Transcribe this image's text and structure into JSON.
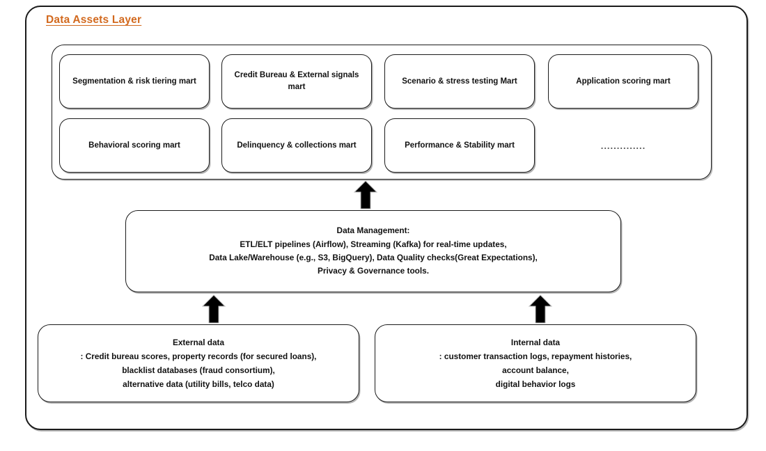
{
  "figure": {
    "title": "Data Assets Layer",
    "title_color": "#D2691E",
    "border_color": "#1a1a1a",
    "background": "#ffffff"
  },
  "marts": {
    "row1": [
      {
        "name": "segmentation-risk-tiering-mart",
        "label": "Segmentation & risk tiering mart"
      },
      {
        "name": "credit-bureau-external-signals-mart",
        "label": "Credit Bureau & External signals mart"
      },
      {
        "name": "scenario-stress-testing-mart",
        "label": "Scenario & stress testing Mart"
      },
      {
        "name": "application-scoring-mart",
        "label": "Application scoring mart"
      }
    ],
    "row2": [
      {
        "name": "behavioral-scoring-mart",
        "label": "Behavioral scoring mart"
      },
      {
        "name": "delinquency-collections-mart",
        "label": "Delinquency & collections mart"
      },
      {
        "name": "performance-stability-mart",
        "label": "Performance & Stability mart"
      }
    ],
    "ellipsis": ".............."
  },
  "data_management": {
    "heading": "Data Management:",
    "lines": [
      "ETL/ELT pipelines (Airflow), Streaming (Kafka) for real-time updates,",
      "Data Lake/Warehouse (e.g., S3, BigQuery), Data Quality checks(Great Expectations),",
      "Privacy & Governance tools."
    ]
  },
  "sources": {
    "external": {
      "heading": "External data",
      "lines": [
        ": Credit bureau scores, property records (for secured loans),",
        "blacklist databases (fraud consortium),",
        "alternative data (utility bills, telco data)"
      ]
    },
    "internal": {
      "heading": "Internal data",
      "lines": [
        ": customer transaction logs, repayment histories,",
        "account balance,",
        "digital behavior logs"
      ]
    }
  },
  "arrows": [
    {
      "name": "arrow-mgmt-to-marts",
      "direction": "up",
      "from": "data-management",
      "to": "marts-container"
    },
    {
      "name": "arrow-external-to-mgmt",
      "direction": "up",
      "from": "external-data",
      "to": "data-management"
    },
    {
      "name": "arrow-internal-to-mgmt",
      "direction": "up",
      "from": "internal-data",
      "to": "data-management"
    }
  ]
}
